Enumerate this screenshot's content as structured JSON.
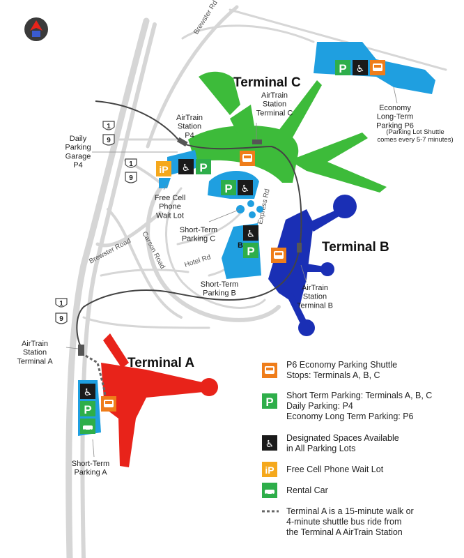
{
  "terminals": {
    "a": "Terminal A",
    "b": "Terminal B",
    "c": "Terminal C"
  },
  "roads": {
    "brewster_rd_top": "Brewster Rd",
    "brewster_road": "Brewster Road",
    "carson_road": "Carson Road",
    "hotel_rd": "Hotel Rd",
    "express_rd": "Express Rd",
    "route_1": "1",
    "route_9": "9"
  },
  "labels": {
    "airtrain_p4": [
      "AirTrain",
      "Station",
      "P4"
    ],
    "airtrain_c": [
      "AirTrain",
      "Station",
      "Terminal C"
    ],
    "airtrain_b": [
      "AirTrain",
      "Station",
      "Terminal B"
    ],
    "airtrain_a": [
      "AirTrain",
      "Station",
      "Terminal A"
    ],
    "daily_parking": [
      "Daily",
      "Parking",
      "Garage",
      "P4"
    ],
    "cell_lot": [
      "Free Cell",
      "Phone",
      "Wait Lot"
    ],
    "short_c": [
      "Short-Term",
      "Parking C"
    ],
    "short_b": [
      "Short-Term",
      "Parking B"
    ],
    "short_a": [
      "Short-Term",
      "Parking A"
    ],
    "economy": [
      "Economy",
      "Long-Term",
      "Parking P6"
    ],
    "economy_note": [
      "(Parking Lot Shuttle",
      "comes every 5-7 minutes)"
    ],
    "lot_b_letter": "B"
  },
  "legend": [
    {
      "icon": "shuttle-icon",
      "lines": [
        "P6 Economy Parking Shuttle",
        "Stops: Terminals A, B, C"
      ]
    },
    {
      "icon": "parking-icon",
      "lines": [
        "Short Term Parking: Terminals A, B, C",
        "Daily Parking: P4",
        "Economy Long Term Parking: P6"
      ]
    },
    {
      "icon": "accessible-icon",
      "lines": [
        "Designated Spaces Available",
        "in All Parking Lots"
      ]
    },
    {
      "icon": "cell-phone-lot-icon",
      "lines": [
        "Free Cell Phone Wait Lot"
      ]
    },
    {
      "icon": "rental-car-icon",
      "lines": [
        "Rental Car"
      ]
    },
    {
      "icon": "walk-path-icon",
      "lines": [
        "Terminal A is a 15-minute walk or",
        "4-minute shuttle bus ride from",
        "the Terminal A AirTrain Station"
      ]
    }
  ],
  "icon_glyphs": {
    "parking": "P",
    "cell_lot": "iP",
    "accessible": "♿"
  },
  "colors": {
    "terminal_a": "#e8231a",
    "terminal_b": "#1a2fb5",
    "terminal_c": "#3dbb3a",
    "parking_lot": "#1f9fe0",
    "parking_icon": "#2eae4a",
    "shuttle_icon": "#ef7d1a",
    "cell_icon": "#f5a81c",
    "accessible_icon": "#1a1a1a",
    "road": "#d6d6d6",
    "airtrain": "#444444"
  }
}
